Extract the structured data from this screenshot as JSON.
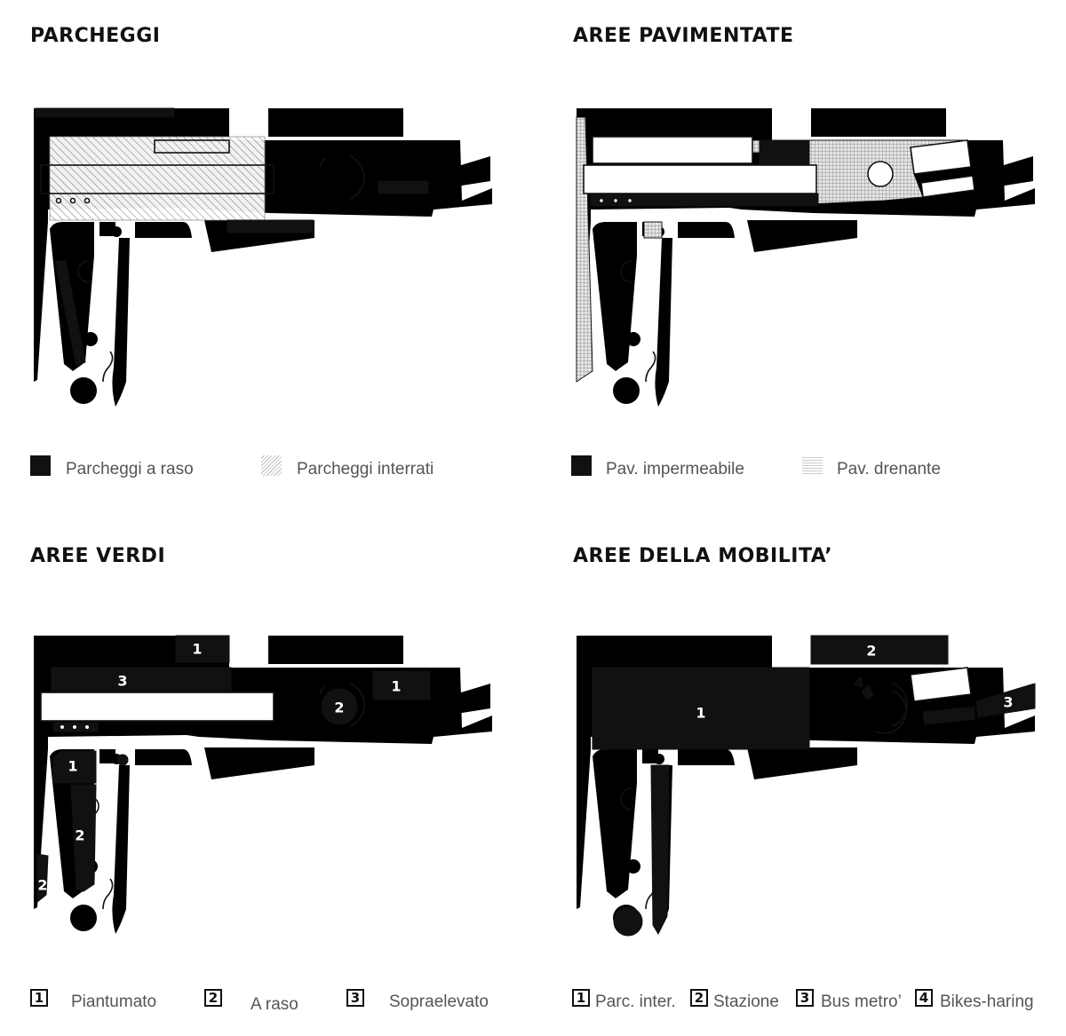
{
  "panels": {
    "parcheggi": {
      "title": "PARCHEGGI",
      "legend": [
        "Parcheggi a raso",
        "Parcheggi interrati"
      ]
    },
    "pavimentate": {
      "title": "AREE PAVIMENTATE",
      "legend": [
        "Pav. impermeabile",
        "Pav. drenante"
      ]
    },
    "verdi": {
      "title": "AREE VERDI",
      "legend": [
        {
          "num": "1",
          "label": "Piantumato"
        },
        {
          "num": "2",
          "label": "A raso"
        },
        {
          "num": "3",
          "label": "Sopraelevato"
        }
      ],
      "map_labels": [
        "1",
        "3",
        "1",
        "2",
        "1",
        "2",
        "2"
      ]
    },
    "mobilita": {
      "title": "AREE DELLA MOBILITA’",
      "legend": [
        {
          "num": "1",
          "label": "Parc. inter."
        },
        {
          "num": "2",
          "label": "Stazione"
        },
        {
          "num": "3",
          "label": "Bus metro’"
        },
        {
          "num": "4",
          "label": "Bikes-haring"
        }
      ],
      "map_labels": [
        "2",
        "1",
        "4",
        "3"
      ]
    }
  },
  "colors": {
    "ink": "#111111",
    "legend_text": "#555555",
    "hatch": "#999999"
  }
}
